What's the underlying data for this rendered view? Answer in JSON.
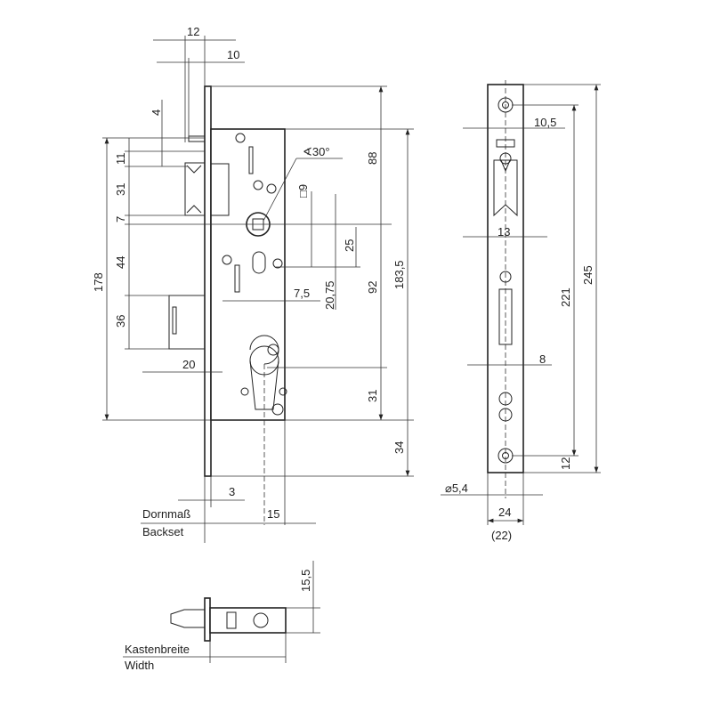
{
  "drawing": {
    "front_view": {
      "top_dims": [
        "12",
        "10",
        "4"
      ],
      "left_dims": [
        "11",
        "31",
        "7",
        "44",
        "36",
        "178"
      ],
      "right_dims": [
        "88",
        "92",
        "31",
        "183,5",
        "34"
      ],
      "inner_dims": {
        "angle": "∢30°",
        "square": "□9",
        "d25": "25",
        "d2075": "20,75",
        "d75": "7,5",
        "d20": "20"
      },
      "bottom_dims": {
        "d3": "3",
        "d15": "15"
      },
      "backset_label_de": "Dornmaß",
      "backset_label_en": "Backset"
    },
    "strike_view": {
      "dims": {
        "d105": "10,5",
        "d13": "13",
        "d8": "8",
        "d221": "221",
        "d245": "245",
        "d12": "12",
        "hole": "⌀5,4",
        "width": "24",
        "width_alt": "(22)"
      }
    },
    "top_view": {
      "dim": "15,5",
      "width_label_de": "Kastenbreite",
      "width_label_en": "Width"
    }
  }
}
